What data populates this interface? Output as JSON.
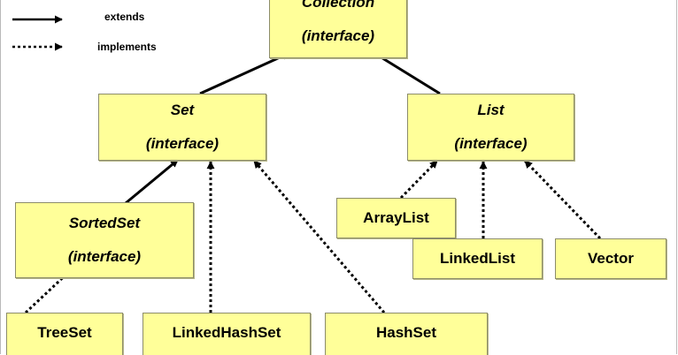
{
  "legend": {
    "extends": "extends",
    "implements": "implements"
  },
  "nodes": {
    "collection": {
      "title": "Collection",
      "subtitle": "(interface)"
    },
    "set": {
      "title": "Set",
      "subtitle": "(interface)"
    },
    "list": {
      "title": "List",
      "subtitle": "(interface)"
    },
    "sortedset": {
      "title": "SortedSet",
      "subtitle": "(interface)"
    },
    "arraylist": {
      "title": "ArrayList"
    },
    "linkedlist": {
      "title": "LinkedList"
    },
    "vector": {
      "title": "Vector"
    },
    "treeset": {
      "title": "TreeSet"
    },
    "linkedhashset": {
      "title": "LinkedHashSet"
    },
    "hashset": {
      "title": "HashSet"
    }
  },
  "relations": [
    {
      "from": "set",
      "to": "collection",
      "kind": "extends"
    },
    {
      "from": "list",
      "to": "collection",
      "kind": "extends"
    },
    {
      "from": "sortedset",
      "to": "set",
      "kind": "extends"
    },
    {
      "from": "linkedhashset",
      "to": "set",
      "kind": "implements"
    },
    {
      "from": "hashset",
      "to": "set",
      "kind": "implements"
    },
    {
      "from": "treeset",
      "to": "sortedset",
      "kind": "implements"
    },
    {
      "from": "arraylist",
      "to": "list",
      "kind": "implements"
    },
    {
      "from": "linkedlist",
      "to": "list",
      "kind": "implements"
    },
    {
      "from": "vector",
      "to": "list",
      "kind": "implements"
    }
  ],
  "colors": {
    "node_fill": "#ffff99",
    "line": "#000000"
  }
}
